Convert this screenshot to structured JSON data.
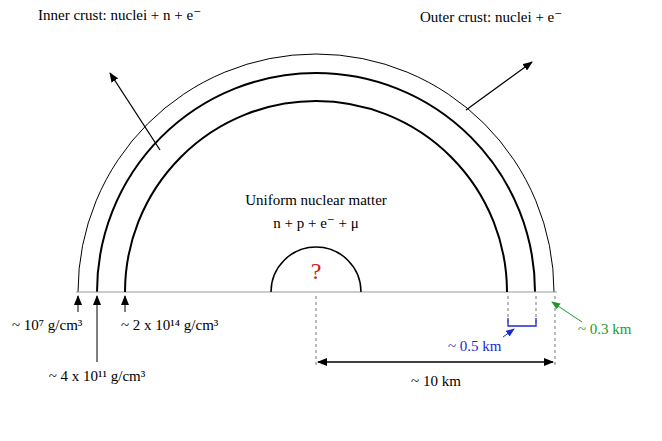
{
  "diagram": {
    "nodes": [
      {
        "text": [
          "Uniform nuclear matter",
          "n + p + e⁻ + μ"
        ]
      },
      {
        "text": [
          "?"
        ],
        "in": 0
      }
    ],
    "labels": [
      "Inner crust: nuclei + n + e⁻",
      "Outer crust: nuclei + e⁻",
      "~ 10⁷ g/cm³",
      "~ 4 x 10¹¹ g/cm³",
      "~ 2 x 10¹⁴ g/cm³",
      "~ 0.5 km",
      "~ 0.3 km",
      "~ 10 km"
    ]
  }
}
